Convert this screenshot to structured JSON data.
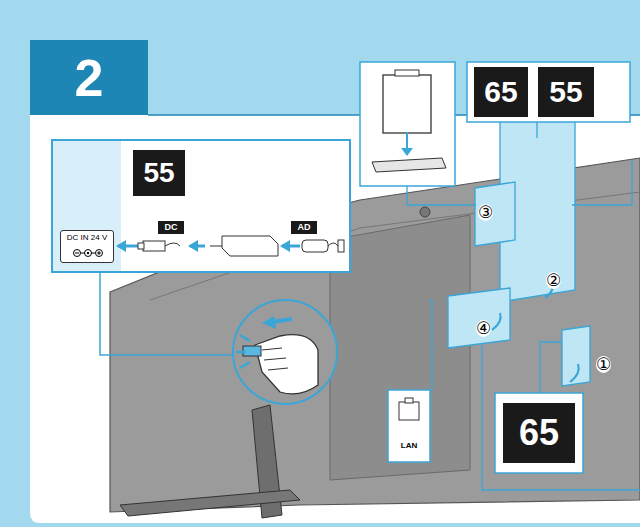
{
  "diagram": {
    "nodes": [
      {
        "text": [
          "2"
        ]
      },
      {
        "text": [
          "65"
        ]
      },
      {
        "text": [
          "55"
        ]
      },
      {
        "text": [
          "55"
        ]
      },
      {
        "text": [
          "DC"
        ]
      },
      {
        "text": [
          "AD"
        ]
      },
      {
        "text": [
          "DC IN 24 V"
        ]
      },
      {
        "text": [
          "LAN"
        ]
      },
      {
        "text": [
          "65"
        ]
      }
    ],
    "labels": [
      "③",
      "②",
      "④",
      "①"
    ]
  }
}
